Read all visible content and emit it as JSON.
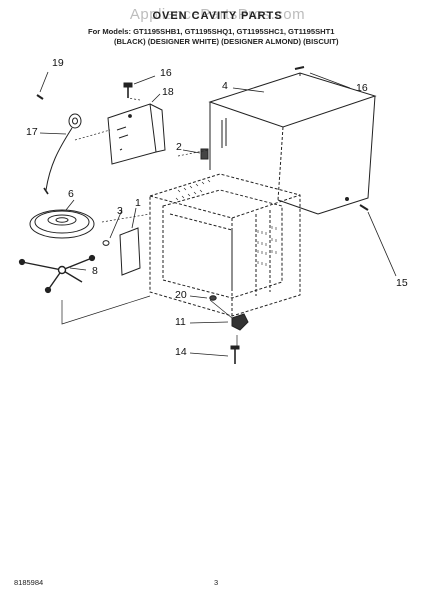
{
  "header": {
    "watermark": "AppliancePartsPros.com",
    "title": "OVEN CAVITY PARTS",
    "models_line1": "For Models: GT1195SHB1, GT1195SHQ1, GT1195SHC1, GT1195SHT1",
    "models_line2": "(BLACK) (DESIGNER WHITE) (DESIGNER ALMOND) (BISCUIT)"
  },
  "callouts": {
    "c1": "1",
    "c2": "2",
    "c3": "3",
    "c4": "4",
    "c6": "6",
    "c8": "8",
    "c11": "11",
    "c14": "14",
    "c15": "15",
    "c16a": "16",
    "c16b": "16",
    "c17": "17",
    "c18": "18",
    "c19": "19",
    "c20": "20"
  },
  "footer": {
    "doc_number": "8185984",
    "page_number": "3"
  }
}
